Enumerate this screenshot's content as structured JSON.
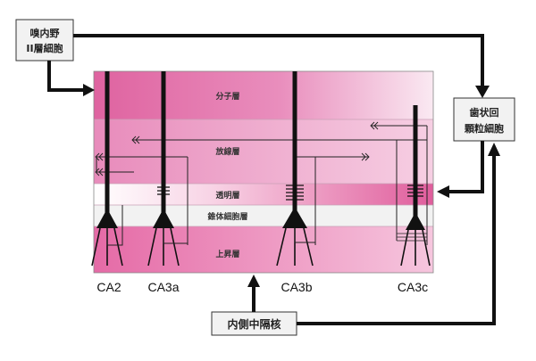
{
  "sources": {
    "entorhinal": [
      "嗅内野",
      "II層細胞"
    ],
    "dentate": [
      "歯状回",
      "顆粒細胞"
    ],
    "septum": "内側中隔核"
  },
  "layers": [
    "分子層",
    "放線層",
    "透明層",
    "錐体細胞層",
    "上昇層"
  ],
  "regions": [
    "CA2",
    "CA3a",
    "CA3b",
    "CA3c"
  ],
  "colors": {
    "accent": "#e0609a",
    "stroke": "#111111"
  }
}
